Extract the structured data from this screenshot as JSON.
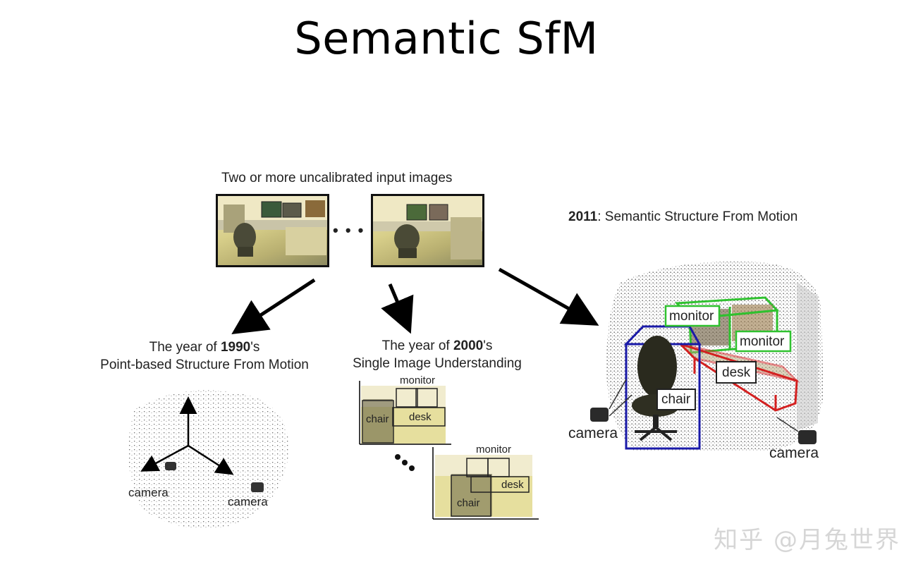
{
  "slide": {
    "title": "Semantic SfM",
    "input_label": "Two or more uncalibrated input images",
    "ellipsis": "• • •",
    "semantic_header_year": "2011",
    "semantic_header_rest": ": Semantic Structure From Motion",
    "era1990_line1_pre": "The year of ",
    "era1990_year": "1990",
    "era1990_line1_post": "'s",
    "era1990_line2": "Point-based Structure From Motion",
    "era2000_line1_pre": "The year of ",
    "era2000_year": "2000",
    "era2000_line1_post": "'s",
    "era2000_line2": "Single Image Understanding",
    "label_camera": "camera",
    "label_monitor": "monitor",
    "label_desk": "desk",
    "label_chair": "chair",
    "watermark": "知乎 @月兔世界"
  },
  "colors": {
    "monitor_box": "#2fc12f",
    "desk_box": "#d42020",
    "chair_box": "#1a1aa8",
    "arrow": "#000000"
  }
}
